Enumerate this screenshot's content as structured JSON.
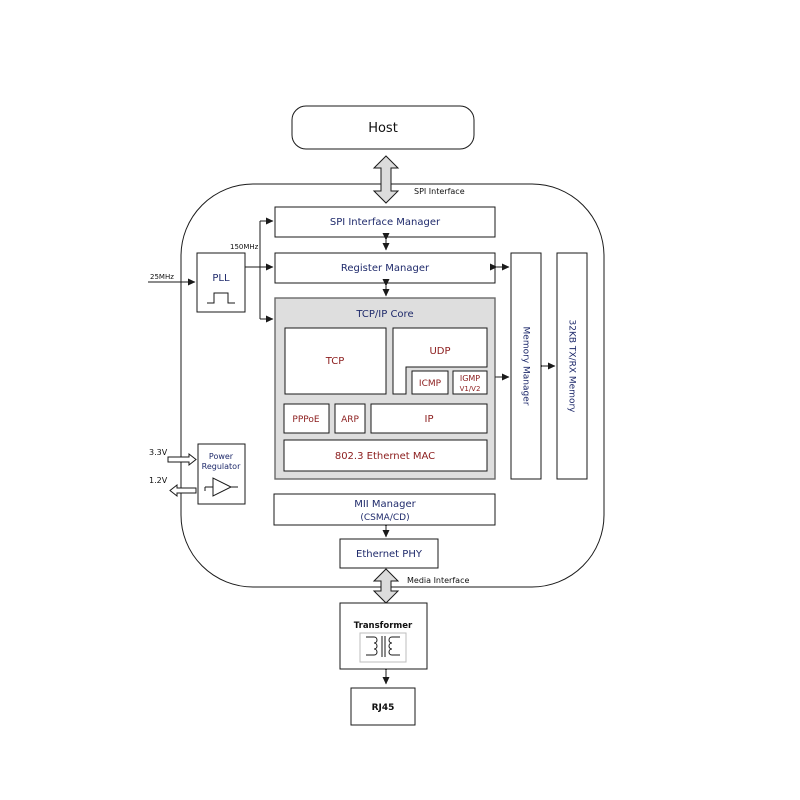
{
  "colors": {
    "block_text": "#1f2a6b",
    "protocol_text": "#8b1c1c",
    "core_fill": "#dedede",
    "arrow_fill": "#dcdcdc"
  },
  "host": "Host",
  "labels": {
    "spi_interface": "SPI Interface",
    "media_interface": "Media Interface",
    "clk_150": "150MHz",
    "clk_25": "25MHz",
    "v33": "3.3V",
    "v12": "1.2V"
  },
  "blocks": {
    "spi_manager": "SPI Interface Manager",
    "register_manager": "Register Manager",
    "pll": "PLL",
    "power_regulator_line1": "Power",
    "power_regulator_line2": "Regulator",
    "memory_manager": "Memory Manager",
    "tx_rx_memory": "32KB TX/RX Memory",
    "mii_manager_line1": "MII Manager",
    "mii_manager_line2": "(CSMA/CD)",
    "ethernet_phy": "Ethernet PHY",
    "transformer": "Transformer",
    "rj45": "RJ45"
  },
  "core": {
    "title": "TCP/IP Core",
    "tcp": "TCP",
    "udp": "UDP",
    "icmp": "ICMP",
    "igmp_line1": "IGMP",
    "igmp_line2": "V1/V2",
    "pppoe": "PPPoE",
    "arp": "ARP",
    "ip": "IP",
    "mac": "802.3 Ethernet MAC"
  },
  "icons": [
    "pll-waveform-icon",
    "amplifier-icon",
    "transformer-coil-icon",
    "bidirectional-arrow-icon"
  ]
}
